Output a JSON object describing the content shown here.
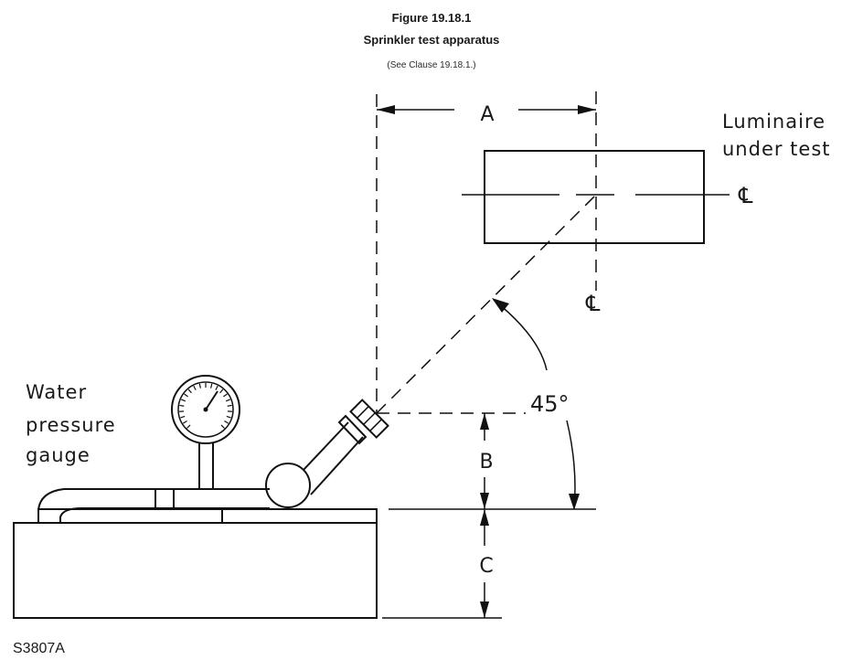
{
  "header": {
    "figure_number": "Figure 19.18.1",
    "figure_title": "Sprinkler test apparatus",
    "clause_ref": "(See Clause 19.18.1.)"
  },
  "labels": {
    "luminaire_line1": "Luminaire",
    "luminaire_line2": "under  test",
    "centerline_symbol": "℄",
    "water_line1": "Water",
    "water_line2": "pressure",
    "water_line3": "gauge",
    "angle": "45°",
    "dim_a": "A",
    "dim_b": "B",
    "dim_c": "C"
  },
  "drawing_code": "S3807A"
}
